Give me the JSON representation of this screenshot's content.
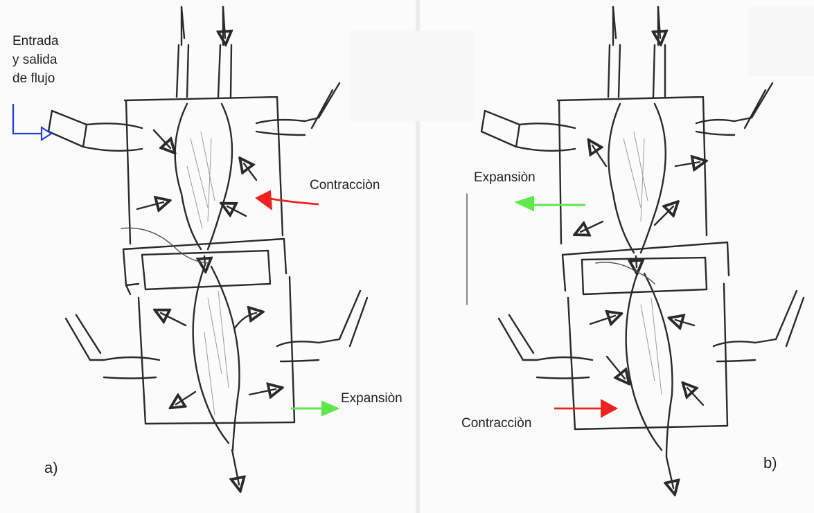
{
  "labels": {
    "flow_in_out": [
      "Entrada",
      "y salida",
      "de flujo"
    ],
    "contraction_a": "Contracciòn",
    "expansion_a": "Expansiòn",
    "expansion_b": "Expansiòn",
    "contraction_b": "Contracciòn",
    "panel_a": "a)",
    "panel_b": "b)"
  },
  "colors": {
    "flow_arrow": "#1f3fe0",
    "contraction_arrow": "#ee2222",
    "expansion_arrow": "#5fe84a",
    "ink": "#2a2a2a",
    "paper": "#fbfbfb"
  }
}
